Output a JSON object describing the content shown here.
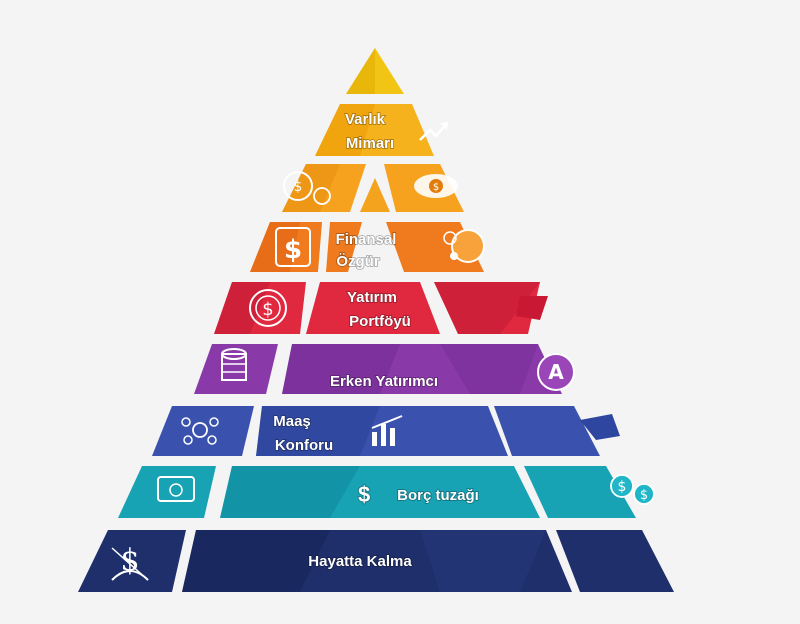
{
  "pyramid": {
    "levels": [
      {
        "id": "top",
        "label": "",
        "color": "#f2c514",
        "shade": "#e0a800"
      },
      {
        "id": "varlik",
        "label": "Varlık Mimarı",
        "line1": "Varlık",
        "line2": "Mimarı",
        "color": "#f6b21c",
        "shade": "#e89500"
      },
      {
        "id": "gold2",
        "label": "",
        "color": "#f6a21f",
        "shade": "#e58a0c"
      },
      {
        "id": "finansal",
        "label": "Finansal Özgür",
        "line1": "Finansal",
        "line2": "Özgür",
        "color": "#f07b1e",
        "shade": "#dd5f12"
      },
      {
        "id": "yatirim",
        "label": "Yatırım Portföyü",
        "line1": "Yatırım",
        "line2": "Portföyü",
        "color": "#e0283f",
        "shade": "#b81632"
      },
      {
        "id": "erken",
        "label": "Erken Yatırımcı",
        "line1": "Erken Yatırımcı",
        "color": "#8a3aa8",
        "shade": "#6a2790"
      },
      {
        "id": "maas",
        "label": "Maaş Konforu",
        "line1": "Maaş",
        "line2": "Konforu",
        "color": "#3a52ad",
        "shade": "#263b8f"
      },
      {
        "id": "borc",
        "label": "Borç tuzağı",
        "line1": "Borç tuzağı",
        "color": "#18a3b5",
        "shade": "#0e8394"
      },
      {
        "id": "hayatta",
        "label": "Hayatta Kalma",
        "line1": "Hayatta Kalma",
        "color": "#1e2f6b",
        "shade": "#142152"
      }
    ],
    "icons": {
      "varlik": "growth-arrow-icon",
      "gold2_left": "coin-cluster-icon",
      "gold2_right": "eye-money-icon",
      "finansal_left": "dollar-box-icon",
      "finansal_right": "moneybag-icon",
      "yatirim_left": "dollar-coin-icon",
      "erken_left": "coin-stack-icon",
      "erken_right": "letter-a-badge-icon",
      "erken_badge": "A",
      "maas_left": "network-icon",
      "borc_left": "monitor-icon",
      "borc_right": "double-dollar-icon",
      "hayatta_left": "currency-swirl-icon"
    }
  }
}
